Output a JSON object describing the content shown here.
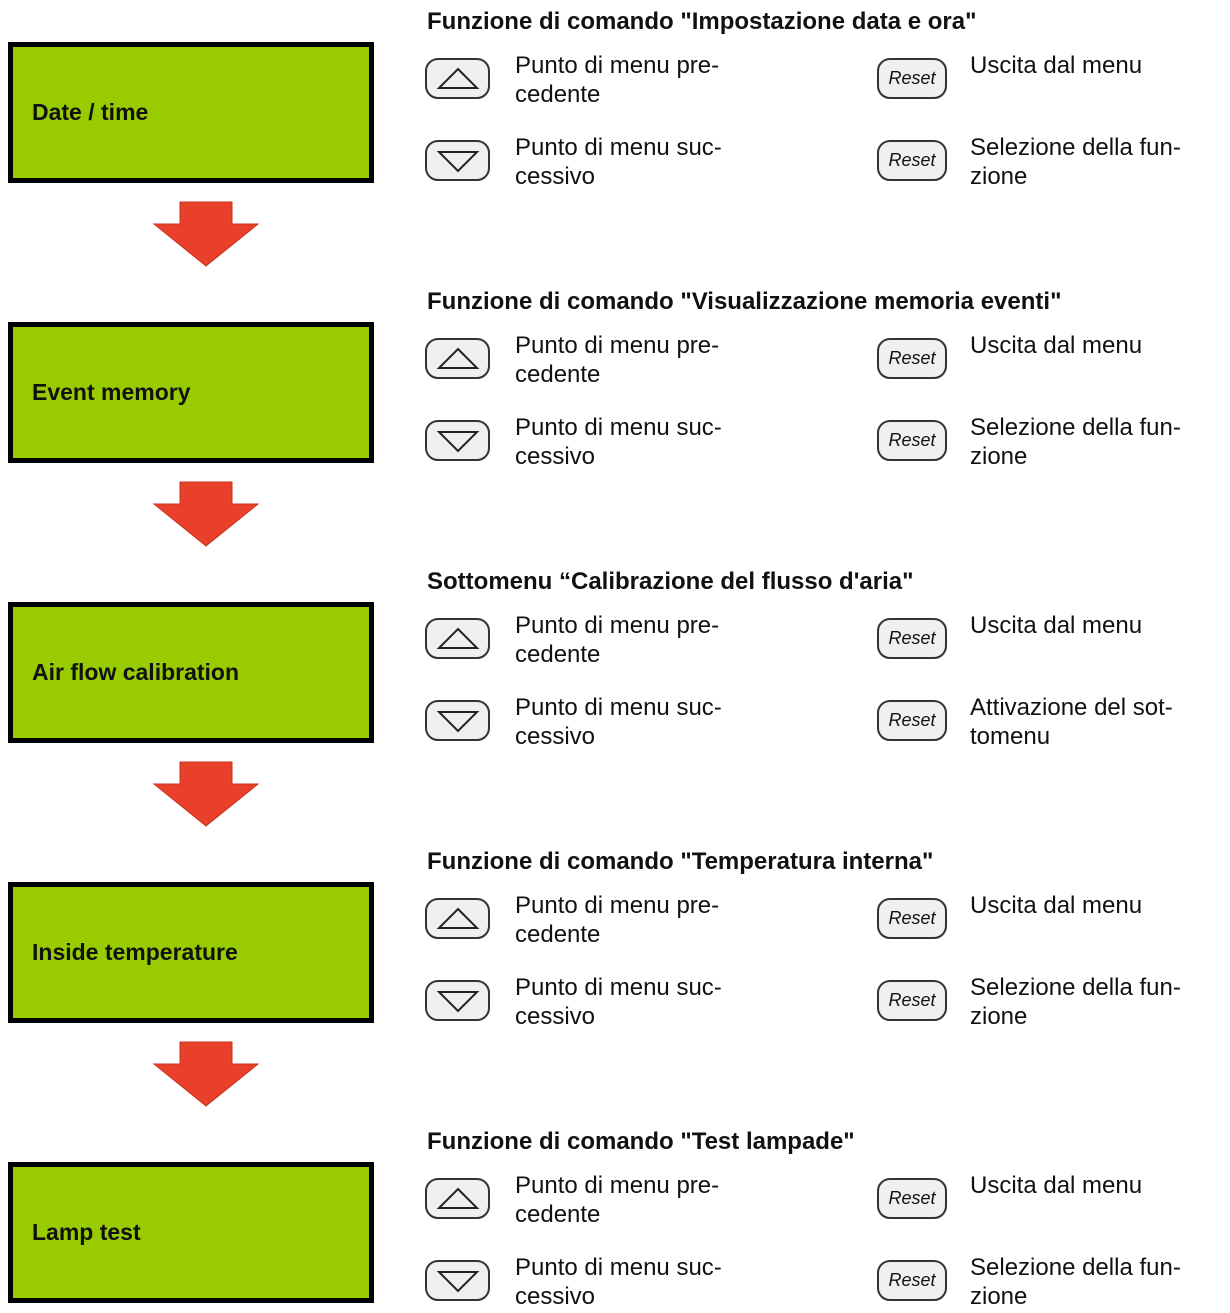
{
  "sections": [
    {
      "lcd_text": "Date / time",
      "title": "Funzione di comando \"Impostazione data e ora\"",
      "prev_text": "Punto di menu pre-\ncedente",
      "next_text": "Punto di menu suc-\ncessivo",
      "reset_label": "Reset",
      "exit_text": "Uscita dal menu",
      "select_text": "Selezione della fun-\nzione"
    },
    {
      "lcd_text": "Event memory",
      "title": "Funzione di comando \"Visualizzazione memoria eventi\"",
      "prev_text": "Punto di menu pre-\ncedente",
      "next_text": "Punto di menu suc-\ncessivo",
      "reset_label": "Reset",
      "exit_text": "Uscita dal menu",
      "select_text": "Selezione della fun-\nzione"
    },
    {
      "lcd_text": "Air flow calibration",
      "title": "Sottomenu “Calibrazione del flusso d'aria\"",
      "prev_text": "Punto di menu pre-\ncedente",
      "next_text": "Punto di menu suc-\ncessivo",
      "reset_label": "Reset",
      "exit_text": "Uscita dal menu",
      "select_text": "Attivazione del sot-\ntomenu"
    },
    {
      "lcd_text": "Inside temperature",
      "title": "Funzione di comando \"Temperatura interna\"",
      "prev_text": "Punto di menu pre-\ncedente",
      "next_text": "Punto di menu suc-\ncessivo",
      "reset_label": "Reset",
      "exit_text": "Uscita dal menu",
      "select_text": "Selezione della fun-\nzione"
    },
    {
      "lcd_text": "Lamp test",
      "title": "Funzione di comando \"Test lampade\"",
      "prev_text": "Punto di menu pre-\ncedente",
      "next_text": "Punto di menu suc-\ncessivo",
      "reset_label": "Reset",
      "exit_text": "Uscita dal menu",
      "select_text": "Selezione della fun-\nzione"
    }
  ],
  "colors": {
    "lcd_background": "#99cc00",
    "lcd_border": "#000000",
    "arrow_fill": "#e8402a"
  },
  "icons": {
    "up_key": "triangle-up-key-icon",
    "down_key": "triangle-down-key-icon",
    "reset_key": "reset-key-icon",
    "flow_arrow": "arrow-down-icon"
  }
}
